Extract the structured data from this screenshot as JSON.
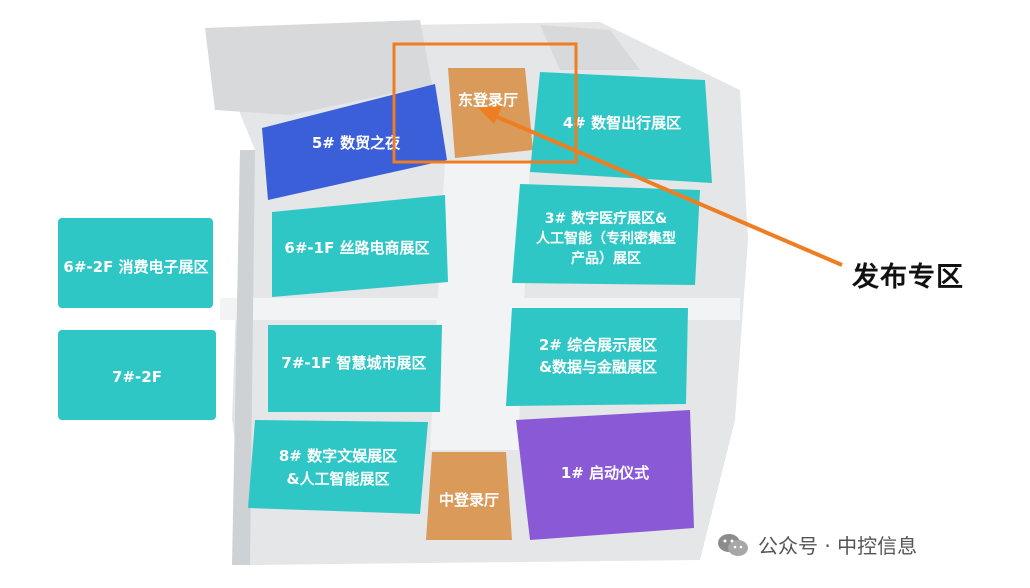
{
  "colors": {
    "teal": "#2fc6c6",
    "blue": "#3b5fd9",
    "purple": "#8a5ad6",
    "orange_hall": "#d99a5a",
    "highlight": "#ef7d22",
    "ground": "#e4e6e8"
  },
  "halls": {
    "east_registration": "东登录厅",
    "hall_5": "5# 数贸之夜",
    "hall_4": "4# 数智出行展区",
    "hall_6_2f": "6#-2F 消费电子展区",
    "hall_6_1f": "6#-1F 丝路电商展区",
    "hall_3": [
      "3# 数字医疗展区&",
      "人工智能（专利密集型",
      "产品）展区"
    ],
    "hall_7_2f": "7#-2F",
    "hall_7_1f": "7#-1F 智慧城市展区",
    "hall_2": [
      "2# 综合展示展区",
      "&数据与金融展区"
    ],
    "hall_8": [
      "8# 数字文娱展区",
      "&人工智能展区"
    ],
    "center_registration": "中登录厅",
    "hall_1": "1# 启动仪式"
  },
  "callout": {
    "label": "发布专区",
    "icon": "arrow-icon"
  },
  "watermark": {
    "text": "公众号 · 中控信息",
    "icon": "wechat-icon"
  }
}
